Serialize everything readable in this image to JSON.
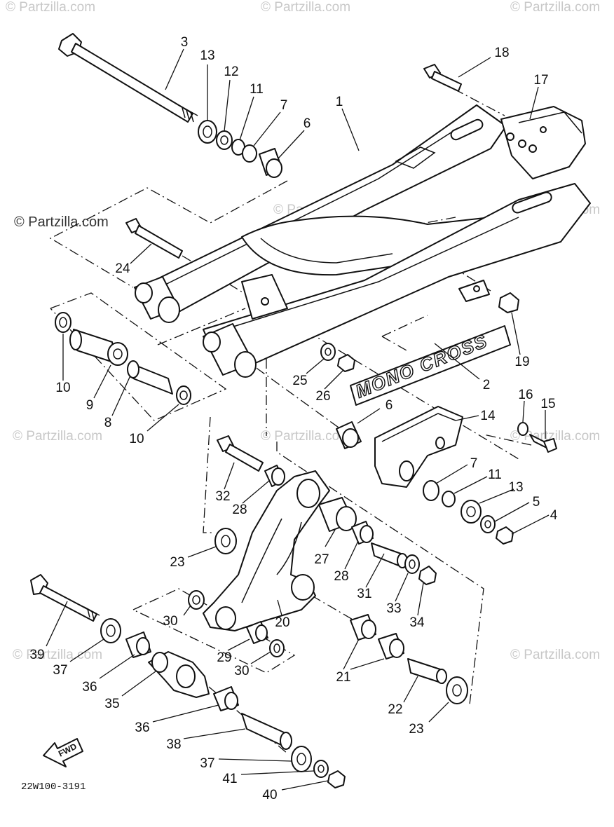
{
  "watermark": {
    "primary": "© Partzilla.com",
    "faint": [
      "© Partzilla.com",
      "© Partzilla.com",
      "© Partzilla.com",
      "© Partzilla.com",
      "© Partzilla.com",
      "© Partzilla.com",
      "© Partzilla.com",
      "© Partzilla.com",
      "© Partzilla.com",
      "© Partzilla.com"
    ]
  },
  "decal_text": "MONO CROSS",
  "fwd_label": "FWD",
  "diagram_ref": "22W100-3191",
  "callouts": {
    "c1": "1",
    "c2": "2",
    "c3": "3",
    "c4": "4",
    "c5": "5",
    "c6a": "6",
    "c6b": "6",
    "c7a": "7",
    "c7b": "7",
    "c8": "8",
    "c9": "9",
    "c10a": "10",
    "c10b": "10",
    "c11a": "11",
    "c11b": "11",
    "c12": "12",
    "c13a": "13",
    "c13b": "13",
    "c14": "14",
    "c15": "15",
    "c16": "16",
    "c17": "17",
    "c18": "18",
    "c19": "19",
    "c20": "20",
    "c21": "21",
    "c22": "22",
    "c23a": "23",
    "c23b": "23",
    "c24": "24",
    "c25": "25",
    "c26": "26",
    "c27": "27",
    "c28a": "28",
    "c28b": "28",
    "c29": "29",
    "c30a": "30",
    "c30b": "30",
    "c31": "31",
    "c32": "32",
    "c33": "33",
    "c34": "34",
    "c35": "35",
    "c36a": "36",
    "c36b": "36",
    "c37a": "37",
    "c37b": "37",
    "c38": "38",
    "c39": "39",
    "c40": "40",
    "c41": "41"
  }
}
